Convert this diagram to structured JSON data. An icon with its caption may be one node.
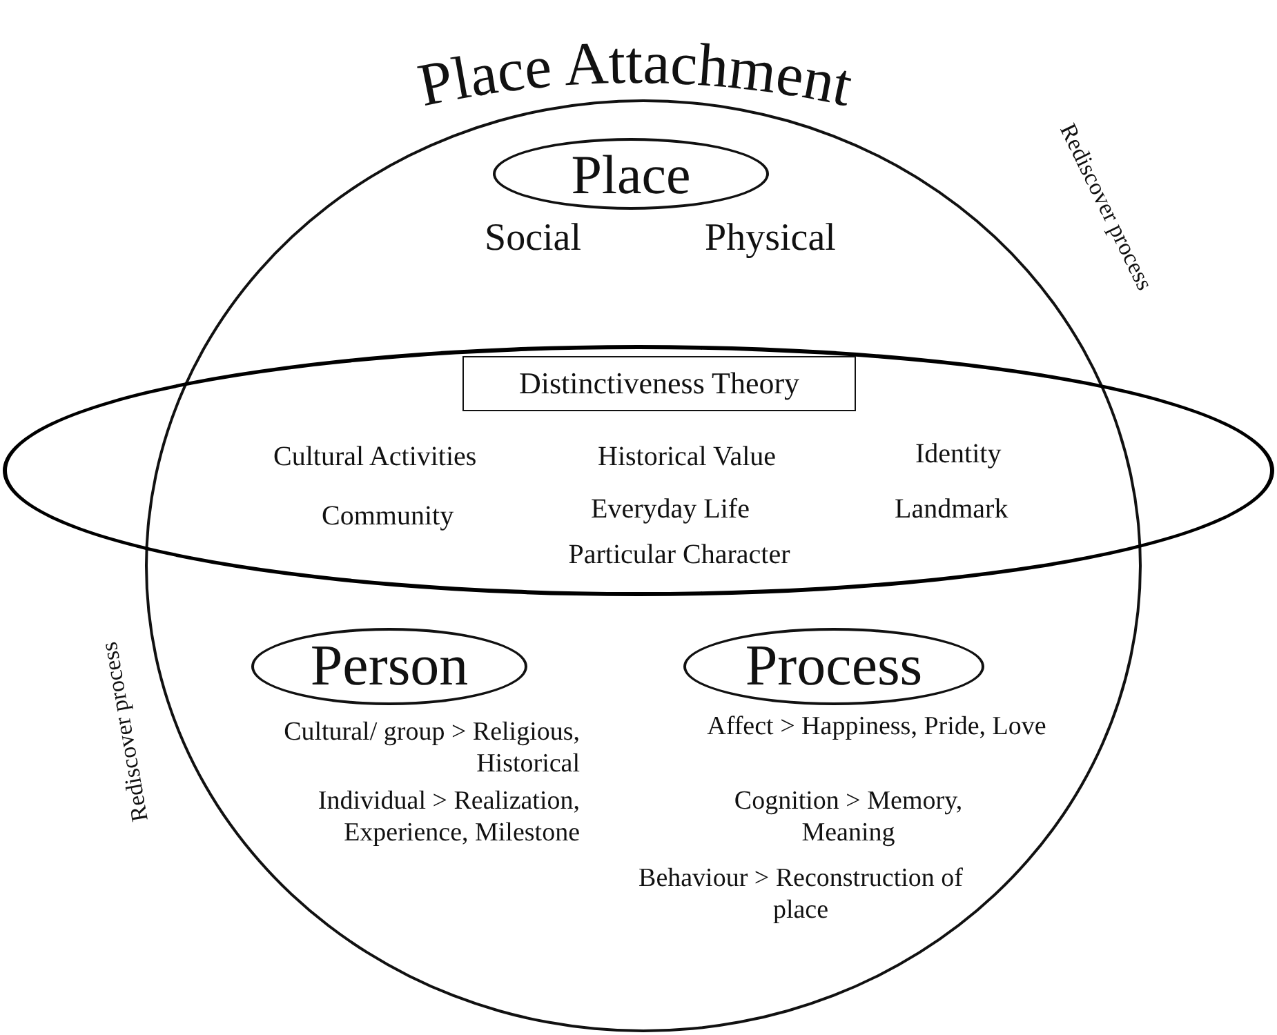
{
  "diagram": {
    "title": "Place Attachment",
    "nodes": [
      {
        "text": [],
        "shape": "circle",
        "beside": [
          "Rediscover process",
          "Rediscover process"
        ]
      },
      {
        "text": [
          "Place"
        ],
        "in": 0
      },
      {
        "text": [
          "Cultural Activities",
          "Historical Value",
          "Identity",
          "Community",
          "Everyday Life",
          "Landmark"
        ]
      },
      {
        "text": [
          "Distinctiveness Theory"
        ]
      },
      {
        "text": [
          "Person"
        ],
        "in": 0
      },
      {
        "text": [
          "Process"
        ],
        "in": 0
      }
    ],
    "edges": [],
    "labels": [
      "Social",
      "Physical",
      "Particular Character",
      "Cultural/ group > Religious, Historical",
      "Affect > Happiness, Pride, Love",
      "Cognition > Memory, Meaning",
      "Individual > Realization, Experience, Milestone",
      "Behaviour > Reconstruction of place"
    ]
  }
}
